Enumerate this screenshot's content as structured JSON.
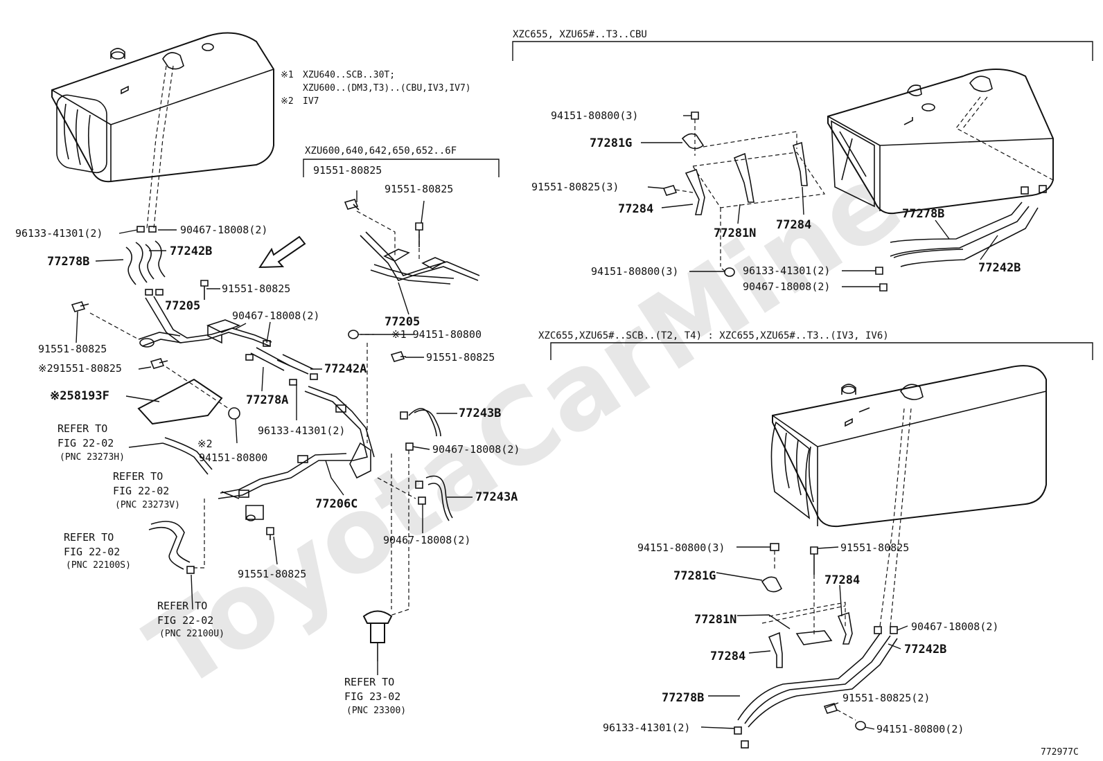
{
  "diagram_id": "772977C",
  "watermark": "ToyotaCarMine.ru",
  "notes": {
    "n1_mark": "※1",
    "n1_line1": "XZU640..SCB..30T;",
    "n1_line2": "XZU600..(DM3,T3)..(CBU,IV3,IV7)",
    "n2_mark": "※2",
    "n2_line1": "IV7"
  },
  "headers": {
    "mid": "XZU600,640,642,650,652..6F",
    "tr": "XZC655, XZU65#..T3..CBU",
    "br": "XZC655,XZU65#..SCB..(T2, T4) : XZC655,XZU65#..T3..(IV3, IV6)"
  },
  "left": {
    "p96133": "96133-41301(2)",
    "p90467a": "90467-18008(2)",
    "p77278b": "77278B",
    "p77242b": "77242B",
    "p91551a": "91551-80825",
    "p77205": "77205",
    "p91551b": "91551-80825",
    "p90467b": "90467-18008(2)",
    "p91551c": "※291551-80825",
    "p77242a": "77242A",
    "p58193f": "※258193F",
    "p77278a": "77278A",
    "p96133b": "96133-41301(2)",
    "n2": "※2",
    "p94151": "94151-80800",
    "p77206c": "77206C",
    "p91551d": "91551-80825"
  },
  "mid": {
    "p91551a": "91551-80825",
    "p91551b": "91551-80825",
    "p77205": "77205",
    "p94151": "※1 94151-80800",
    "p91551c": "91551-80825",
    "p77243b": "77243B",
    "p90467a": "90467-18008(2)",
    "p77243a": "77243A",
    "p90467b": "90467-18008(2)"
  },
  "refs": {
    "r1": [
      "REFER TO",
      "FIG 22-02",
      "(PNC 23273H)"
    ],
    "r2": [
      "REFER TO",
      "FIG 22-02",
      "(PNC 23273V)"
    ],
    "r3": [
      "REFER TO",
      "FIG 22-02",
      "(PNC 22100S)"
    ],
    "r4": [
      "REFER TO",
      "FIG 22-02",
      "(PNC 22100U)"
    ],
    "r5": [
      "REFER TO",
      "FIG 23-02",
      "(PNC 23300)"
    ]
  },
  "tr": {
    "p94151a": "94151-80800(3)",
    "p77281g": "77281G",
    "p91551": "91551-80825(3)",
    "p77284a": "77284",
    "p77281n": "77281N",
    "p77284b": "77284",
    "p94151b": "94151-80800(3)",
    "p77278b": "77278B",
    "p96133": "96133-41301(2)",
    "p90467": "90467-18008(2)",
    "p77242b": "77242B"
  },
  "br": {
    "p94151a": "94151-80800(3)",
    "p91551a": "91551-80825",
    "p77281g": "77281G",
    "p77284a": "77284",
    "p77281n": "77281N",
    "p90467": "90467-18008(2)",
    "p77284b": "77284",
    "p77242b": "77242B",
    "p77278b": "77278B",
    "p91551b": "91551-80825(2)",
    "p96133": "96133-41301(2)",
    "p94151b": "94151-80800(2)"
  }
}
